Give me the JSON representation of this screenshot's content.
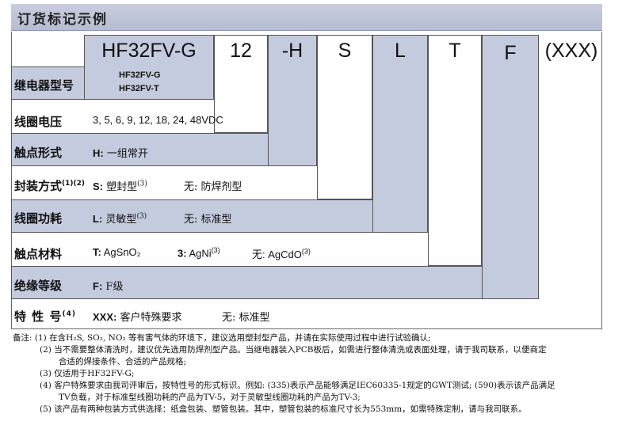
{
  "header": {
    "title": "订货标记示例"
  },
  "codes": {
    "model": "HF32FV-G",
    "voltage": "12",
    "contact": "-H",
    "seal": "S",
    "power": "L",
    "material": "T",
    "insulation": "F",
    "special": "(XXX)"
  },
  "rows": {
    "relay_type": {
      "label": "继电器型号",
      "opt1": "HF32FV-G",
      "opt2": "HF32FV-T"
    },
    "coil_voltage": {
      "label": "线圈电压",
      "text": "3, 5, 6, 9, 12, 18, 24, 48VDC"
    },
    "contact_form": {
      "label": "触点形式",
      "code": "H:",
      "desc": "一组常开"
    },
    "sealing": {
      "label": "封装方式",
      "label_sup": "(1)(2)",
      "code": "S:",
      "desc": "塑封型",
      "desc_sup": "(3)",
      "alt": "无: 防焊剂型"
    },
    "coil_power": {
      "label": "线圈功耗",
      "code": "L:",
      "desc": "灵敏型",
      "desc_sup": "(3)",
      "alt": "无: 标准型"
    },
    "contact_material": {
      "label": "触点材料",
      "t_code": "T:",
      "t_val": "AgSnO₂",
      "n_code": "3:",
      "n_val": "AgNi",
      "n_sup": "(3)",
      "alt": "无: AgCdO",
      "alt_sup": "(3)"
    },
    "insulation": {
      "label": "绝缘等级",
      "code": "F:",
      "desc": "F级"
    },
    "special": {
      "label": "特 性 号",
      "label_sup": "(4)",
      "code": "XXX:",
      "desc": "客户特殊要求",
      "alt": "无: 标准型"
    }
  },
  "notes": {
    "prefix": "备注:",
    "n1": "(1)  在含H₂S, SO₂, NO₂ 等有害气体的环境下，建议选用塑封型产品，并请在实际使用过程中进行试验确认;",
    "n2a": "(2)  当不需要整体清洗时，建议优先选用防焊剂型产品。当继电器装入PCB板后，如需进行整体清洗或表面处理，请于我司联系，以便商定",
    "n2b": "合适的焊接条件、合适的产品规格;",
    "n3": "(3)  仅适用于HF32FV-G;",
    "n4a": "(4)  客户特殊要求由我司评审后，按特性号的形式标识。例如: (335)表示产品能够满足IEC60335-1规定的GWT测试; (590)表示该产品满足",
    "n4b": "TV负载，对于标准型线圈功耗的产品为TV-5，对于灵敏型线圈功耗的产品为TV-3;",
    "n5": "(5)  该产品有两种包装方式供选择：纸盒包装、塑管包装。其中，塑管包装的标准尺寸长为553mm，如需特殊定制，请与我司联系。"
  }
}
